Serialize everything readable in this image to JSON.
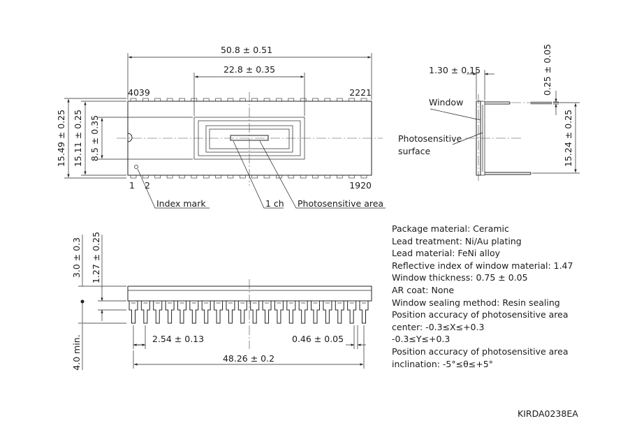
{
  "top_view": {
    "overall_length": "50.8 ± 0.51",
    "window_width": "22.8 ± 0.35",
    "package_width": "15.49 ± 0.25",
    "pin_row_span": "15.11 ± 0.25",
    "window_height": "8.5 ± 0.35",
    "pin_top_left": "4039",
    "pin_top_right": "2221",
    "pin_bottom_left_1": "1",
    "pin_bottom_left_2": "2",
    "pin_bottom_right": "1920",
    "label_index_mark": "Index mark",
    "label_channel": "1 ch",
    "label_photosensitive_area": "Photosensitive area"
  },
  "side_view": {
    "thickness": "1.30 ± 0.15",
    "offset": "0.25 ± 0.05",
    "pin_span": "15.24 ± 0.25",
    "label_window": "Window",
    "label_surface_1": "Photosensitive",
    "label_surface_2": "surface"
  },
  "front_view": {
    "height_total": "3.0 ± 0.3",
    "body_height": "1.27 ± 0.25",
    "lead_length": "4.0 min.",
    "pitch": "2.54 ± 0.13",
    "lead_width": "0.46 ± 0.05",
    "row_length": "48.26 ± 0.2"
  },
  "notes": [
    "Package material: Ceramic",
    "Lead treatment: Ni/Au plating",
    "Lead material: FeNi alloy",
    "Reflective index of window material: 1.47",
    "Window thickness: 0.75 ± 0.05",
    "AR coat: None",
    "Window sealing method: Resin sealing",
    "Position accuracy of photosensitive area",
    " center: -0.3≤X≤+0.3",
    "-0.3≤Y≤+0.3",
    "Position accuracy of photosensitive area",
    "inclination: -5°≤θ≤+5°"
  ],
  "drawing_code": "KIRDA0238EA",
  "pin_count_per_row": 20
}
